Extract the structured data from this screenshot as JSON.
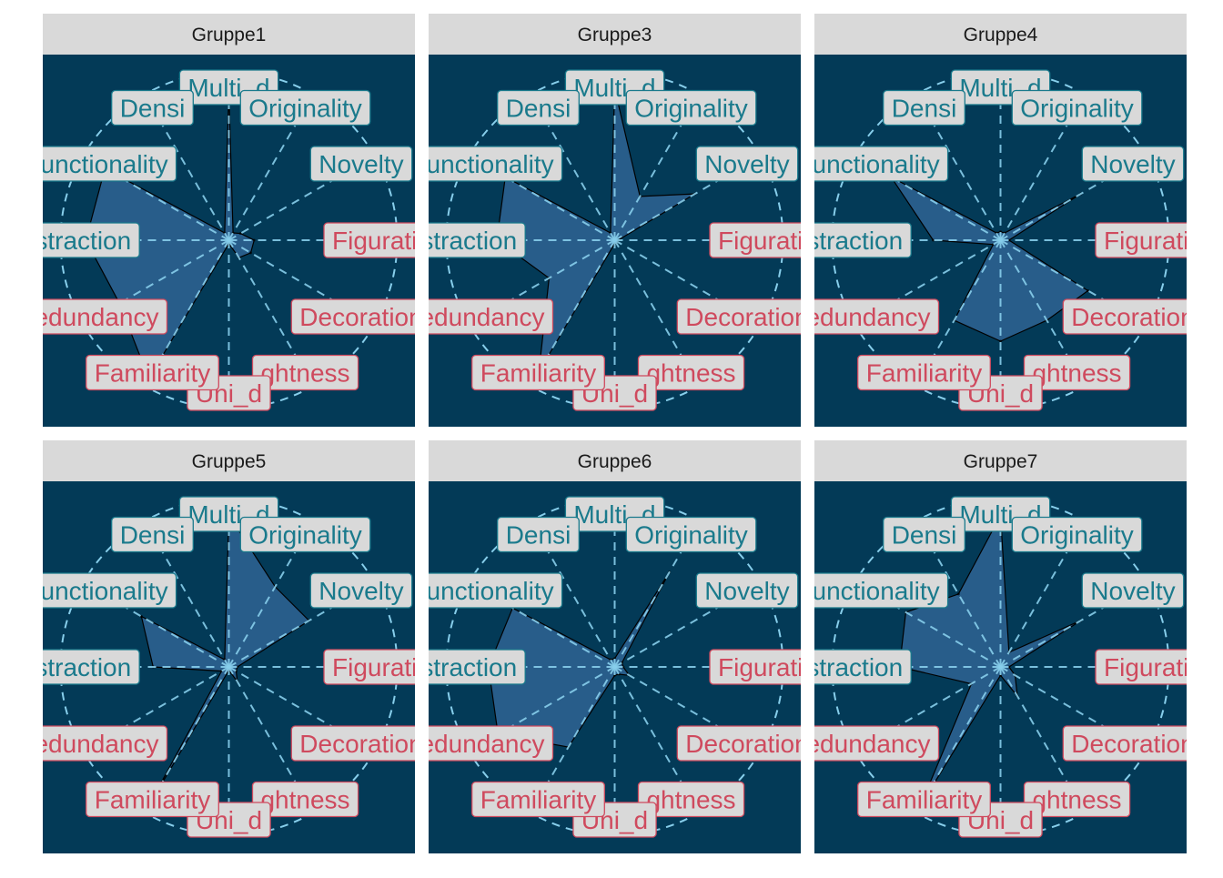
{
  "chart_data": {
    "type": "radar",
    "axes": [
      "Multi_d",
      "Originality",
      "Novelty",
      "Figuration",
      "Decoration",
      "Brightness",
      "Uni_d",
      "Familiarity",
      "Redundancy",
      "Abstraction",
      "Functionality",
      "Density"
    ],
    "axis_groups": {
      "teal": [
        "Multi_d",
        "Originality",
        "Novelty",
        "Functionality",
        "Abstraction",
        "Density"
      ],
      "red": [
        "Figuration",
        "Decoration",
        "Brightness",
        "Uni_d",
        "Familiarity",
        "Redundancy"
      ]
    },
    "label_text": {
      "Multi_d": "Multi_d",
      "Originality": "Originality",
      "Novelty": "Novelty",
      "Figuration": "Figuratio",
      "Decoration": "Decoration",
      "Brightness": "ghtness",
      "Uni_d": "Uni_d",
      "Familiarity": "Familiarity",
      "Redundancy": "edundancy",
      "Abstraction": "ostraction",
      "Functionality": "Functionality",
      "Density": "Densi"
    },
    "rlim": [
      0,
      1
    ],
    "grid": true,
    "legend": "none",
    "colors": {
      "panel_bg": "#033A57",
      "strip_bg": "#D9D9D9",
      "fill": "#2F6493",
      "grid": "#87CEEB",
      "teal_text": "#1A7A8C",
      "red_text": "#CF4A5E",
      "label_bg": "#D9D9D9",
      "outline": "#000000"
    },
    "panels": [
      {
        "title": "Gruppe1",
        "values": [
          0.88,
          0.05,
          0.08,
          0.15,
          0.15,
          0.12,
          0.02,
          0.95,
          0.75,
          0.85,
          0.85,
          0.05
        ]
      },
      {
        "title": "Gruppe3",
        "values": [
          0.9,
          0.3,
          0.55,
          0.02,
          0.02,
          0.02,
          0.02,
          0.9,
          0.45,
          0.7,
          0.75,
          0.05
        ]
      },
      {
        "title": "Gruppe4",
        "values": [
          0.05,
          0.05,
          0.55,
          0.05,
          0.6,
          0.55,
          0.6,
          0.55,
          0.05,
          0.4,
          0.75,
          0.05
        ]
      },
      {
        "title": "Gruppe5",
        "values": [
          0.9,
          0.55,
          0.55,
          0.05,
          0.05,
          0.1,
          0.02,
          0.95,
          0.05,
          0.45,
          0.6,
          0.05
        ]
      },
      {
        "title": "Gruppe6",
        "values": [
          0.05,
          0.65,
          0.05,
          0.05,
          0.1,
          0.05,
          0.05,
          0.55,
          0.8,
          0.75,
          0.7,
          0.05
        ]
      },
      {
        "title": "Gruppe7",
        "values": [
          0.9,
          0.1,
          0.55,
          0.05,
          0.1,
          0.2,
          0.05,
          0.95,
          0.2,
          0.6,
          0.65,
          0.5
        ]
      }
    ]
  }
}
